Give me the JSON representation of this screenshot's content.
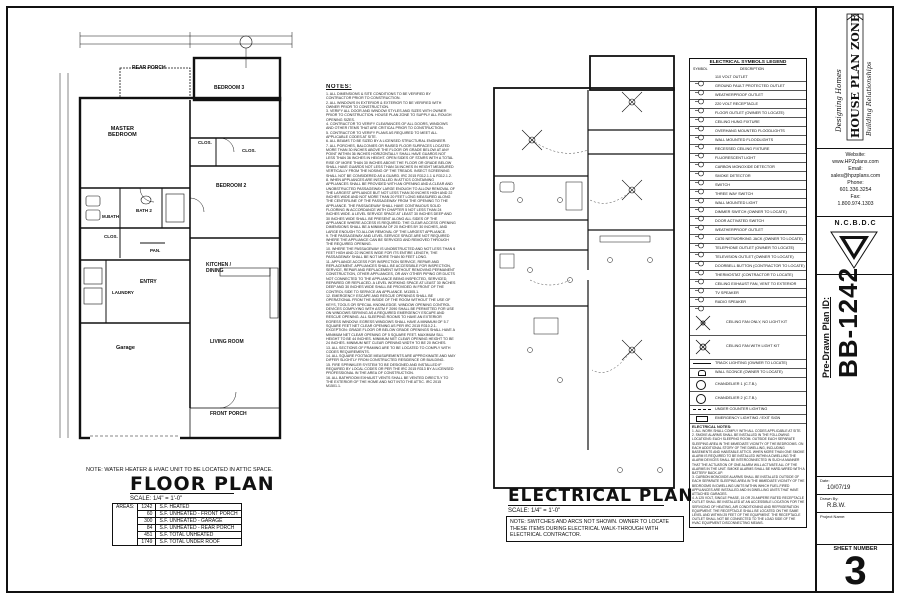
{
  "floor_plan": {
    "rooms": {
      "rear_porch": "REAR PORCH",
      "master_bedroom": "MASTER\nBEDROOM",
      "bedroom3": "BEDROOM 3",
      "clos_a": "CLOS.",
      "clos_b": "CLOS.",
      "bath2": "BATH 2",
      "mbath": "M.BATH",
      "bedroom2": "BEDROOM 2",
      "clos_c": "CLOS.",
      "pan": "PAN.",
      "laundry": "LAUNDRY",
      "entry": "ENTRY",
      "kitchen": "KITCHEN /\nDINING",
      "garage": "Garage",
      "living": "LIVING ROOM",
      "front_porch": "FRONT PORCH"
    },
    "note": "NOTE: WATER HEATER & HVAC UNIT TO BE LOCATED IN ATTIC SPACE.",
    "title": "FLOOR PLAN",
    "scale": "SCALE: 1/4\" = 1'-0\"",
    "areas_header": "AREAS:",
    "areas": [
      {
        "value": "1242",
        "label": "S.F. HEATED"
      },
      {
        "value": "60",
        "label": "S.F. UNHEATED - FRONT PORCH"
      },
      {
        "value": "300",
        "label": "S.F. UNHEATED - GARAGE"
      },
      {
        "value": "84",
        "label": "S.F. UNHEATED - REAR PORCH"
      },
      {
        "value": "451",
        "label": "S.F. TOTAL UNHEATED"
      },
      {
        "value": "1749",
        "label": "S.F. TOTAL UNDER ROOF"
      }
    ]
  },
  "notes": {
    "title": "NOTES:",
    "body": "1. ALL DIMENSIONS & SITE CONDITIONS TO BE VERIFIED BY CONTRACTOR PRIOR TO CONSTRUCTION.\n2. ALL WINDOWS IN EXTERIOR & EXTERIOR TO BE VERIFIED WITH OWNER PRIOR TO CONSTRUCTION.\n3. VERIFY ALL DOOR AND WINDOW STYLES AND SIZES WITH OWNER PRIOR TO CONSTRUCTION. HOUSE PLAN ZONE TO SUPPLY ALL ROUGH OPENING SIZES.\n4. CONTRACTOR TO VERIFY CLEARANCES OF ALL DOORS, WINDOWS AND OTHER ITEMS THAT ARE CRITICAL PRIOR TO CONSTRUCTION.\n5. CONTRACTOR TO VERIFY PLANS AS REQUIRED TO MEET ALL APPLICABLE CODES AT SITE.\n6. ALL BEAMS TO BE SIZED BY A LICENSED STRUCTURAL ENGINEER.\n7. ALL PORCHES, BALCONIES OR RAISED FLOOR SURFACES LOCATED MORE THAN 30 INCHES ABOVE THE FLOOR OR GRADE BELOW AT ANY POINT WITHIN 36 INCHES HORIZONTALLY SHALL HAVE GUARDS NOT LESS THAN 36 INCHES IN HEIGHT. OPEN SIDES OF STAIRS WITH A TOTAL RISE OF MORE THAN 30 INCHES ABOVE THE FLOOR OR GRADE BELOW SHALL HAVE GUARDS NOT LESS THAN 34 INCHES IN HEIGHT MEASURED VERTICALLY FROM THE NOSING OF THE TREADS. INSECT SCREENING SHALL NOT BE CONSIDERED AS A GUARD. IRC 2015 R312.1.1 & R312.1.2.\n8. WHEN APPLIANCES ARE INSTALLED IN ATTICS CONTAINING APPLIANCES SHALL BE PROVIDED WITH AN OPENING AND A CLEAR AND UNOBSTRUCTED PASSAGEWAY LARGE ENOUGH TO ALLOW REMOVAL OF THE LARGEST APPLIANCE BUT NOT LESS THAN 30 INCHES HIGH AND 22 INCHES WIDE AND NOT MORE THAN 20 FEET LONG MEASURED ALONG THE CENTERLINE OF THE PASSAGEWAY FROM THE OPENING TO THE APPLIANCE. THE PASSAGEWAY SHALL HAVE CONTINUOUS SOLID FLOORING IN ACCORDANCE WITH CHAPTER 5 NOT LESS THAN 24 INCHES WIDE. A LEVEL SERVICE SPACE AT LEAST 30 INCHES DEEP AND 30 INCHES WIDE SHALL BE PRESENT ALONG ALL SIDES OF THE APPLIANCE WHERE ACCESS IS REQUIRED. THE CLEAR ACCESS OPENING DIMENSIONS SHALL BE A MINIMUM OF 20 INCHES BY 30 INCHES, AND LARGE ENOUGH TO ALLOW REMOVAL OF THE LARGEST APPLIANCE.\n9. THE PASSAGEWAY AND LEVEL SERVICE SPACE ARE NOT REQUIRED WHERE THE APPLIANCE CAN BE SERVICED AND REMOVED THROUGH THE REQUIRED OPENING.\n10. WHERE THE PASSAGEWAY IS UNOBSTRUCTED AND NOT LESS THAN 6 FEET HIGH AND 22 INCHES WIDE FOR ITS ENTIRE LENGTH, THE PASSAGEWAY SHALL BE NOT MORE THAN 50 FEET LONG.\n11. APPLIANCE ACCESS FOR INSPECTION SERVICE, REPAIR AND REPLACEMENT. APPLIANCES SHALL BE ACCESSIBLE FOR INSPECTION, SERVICE, REPAIR AND REPLACEMENT WITHOUT REMOVING PERMANENT CONSTRUCTION, OTHER APPLIANCES, OR ANY OTHER PIPING OR DUCTS NOT CONNECTED TO THE APPLIANCE BEING INSPECTED, SERVICED, REPAIRED OR REPLACED. A LEVEL WORKING SPACE AT LEAST 30 INCHES DEEP AND 30 INCHES WIDE SHALL BE PROVIDED IN FRONT OF THE CONTROL SIDE TO SERVICE AN APPLIANCE. M1305.1.\n12. EMERGENCY ESCAPE AND RESCUE OPENINGS SHALL BE OPERATIONAL FROM THE INSIDE OF THE ROOM WITHOUT THE USE OF KEYS, TOOLS OR SPECIAL KNOWLEDGE. WINDOW OPENING CONTROL DEVICES COMPLYING WITH ASTM F 2090 SHALL BE PERMITTED FOR USE ON WINDOWS SERVING AS A REQUIRED EMERGENCY ESCAPE AND RESCUE OPENING. ALL SLEEPING ROOMS TO HAVE AN EXTERIOR EGRESS WINDOW. EGRESS WINDOWS SHALL HAVE A MINIMUM OF 5.7 SQUARE FEET NET CLEAR OPENING AS PER IRC 2015 R310.2.1. EXCEPTION: GRADE FLOOR OR BELOW GRADE OPENINGS SHALL HAVE A MINIMUM NET CLEAR OPENING OF 5 SQUARE FEET. MAXIMUM SILL HEIGHT TO BE 44 INCHES. MINIMUM NET CLEAR OPENING HEIGHT TO BE 24 INCHES. MINIMUM NET CLEAR OPENING WIDTH TO BE 20 INCHES.\n13. ALL SECTIONS OF FRAMING ARE TO BE LOCATED TO COMPLY WITH CODES REQUIREMENTS.\n14. ALL SQUARE FOOTAGE MEASUREMENTS ARE APPROXIMATE AND MAY DIFFER SLIGHTLY FROM CONSTRUCTED RESIDENCE OR BUILDING.\n15. FIRE SPRINKLER SYSTEM TO BE DESIGNED AND INSTALLED IF REQUIRED BY LOCAL CODES OR PER THE IRC 2015 R313 BY A LICENSED PROFESSIONAL IN THE AREA OF CONSTRUCTION.\n16. ALL BATHROOM EXHAUST VENTS SHALL BE VENTED DIRECTLY TO THE EXTERIOR OF THE HOME AND NOT INTO THE ATTIC. IRC 2015 M1501.1."
  },
  "electrical": {
    "title": "ELECTRICAL PLAN",
    "scale": "SCALE: 1/4\" = 1'-0\"",
    "note": "NOTE: SWITCHES AND ARCS NOT SHOWN. OWNER TO LOCATE THESE ITEMS DURING ELECTRICAL WALK-THROUGH WITH ELECTRICAL CONTRACTOR."
  },
  "legend": {
    "title": "ELECTRICAL SYMBOLS LEGEND",
    "col_symbol": "SYMBOL",
    "col_desc": "DESCRIPTION",
    "items": [
      "110 VOLT OUTLET",
      "GROUND FAULT PROTECTED OUTLET",
      "WEATHERPROOF OUTLET",
      "220 VOLT RECEPTACLE",
      "FLOOR OUTLET (OWNER TO LOCATE)",
      "CEILING HUNG FIXTURE",
      "OVERHANG MOUNTED FLOODLIGHTS",
      "WALL MOUNTED FLOODLIGHTS",
      "RECESSED CEILING FIXTURE",
      "FLUORESCENT LIGHT",
      "CARBON MONOXIDE DETECTOR",
      "SMOKE DETECTOR",
      "SWITCH",
      "THREE WAY SWITCH",
      "WALL MOUNTED LIGHT",
      "DIMMER SWITCH (OWNER TO LOCATE)",
      "DOOR ACTIVATED SWITCH",
      "WEATHERPROOF OUTLET",
      "CAT6 NETWORKING JACK (OWNER TO LOCATE)",
      "TELEPHONE OUTLET (OWNER TO LOCATE)",
      "TELEVISION OUTLET (OWNER TO LOCATE)",
      "DOORBELL BUTTON (CONTRACTOR TO LOCATE)",
      "THERMOSTAT (CONTRACTOR TO LOCATE)",
      "CEILING EXHAUST FAN, VENT TO EXTERIOR",
      "TV SPEAKER",
      "RADIO SPEAKER"
    ],
    "fan_nolight": "CEILING FAN ONLY, NO LIGHT KIT",
    "fan_light": "CEILING FAN WITH LIGHT KIT",
    "track": "TRACK LIGHTING (OWNER TO LOCATE)",
    "sconce": "WALL SCONCE (OWNER TO LOCATE)",
    "chandelier1": "CHANDELIER 1 (C.T.B.)",
    "chandelier2": "CHANDELIER 2 (C.T.B.)",
    "under_counter": "UNDER COUNTER LIGHTING",
    "emergency": "EMERGENCY LIGHTING / EXIT SIGN",
    "notes_title": "ELECTRICAL NOTES:",
    "notes_body": "1. ALL WORK SHALL COMPLY WITH ALL CODES APPLICABLE AT SITE.\n2. SMOKE ALARMS SHALL BE INSTALLED IN THE FOLLOWING LOCATIONS: EACH SLEEPING ROOM. OUTSIDE EACH SEPARATE SLEEPING AREA IN THE IMMEDIATE VICINITY OF THE BEDROOMS. ON EACH ADDITIONAL STORY OF THE DWELLING, INCLUDING BASEMENTS AND HABITABLE ATTICS. WHEN MORE THAN ONE SMOKE ALARM IS REQUIRED TO BE INSTALLED WITHIN A DWELLING THE ALARM DEVICES SHALL BE INTERCONNECTED IN SUCH A MANNER THAT THE ACTUATION OF ONE ALARM WILL ACTIVATE ALL OF THE ALARMS IN THE UNIT. SMOKE ALARMS SHALL BE HARD-WIRED WITH A BATTERY BACK-UP.\n3. CARBON MONOXIDE ALARMS SHALL BE INSTALLED OUTSIDE OF EACH SEPARATE SLEEPING AREA IN THE IMMEDIATE VICINITY OF THE BEDROOMS IN DWELLING UNITS WITHIN WHICH FUEL-FIRED APPLIANCES ARE INSTALLED AND IN DWELLING UNITS THAT HAVE ATTACHED GARAGES.\n4. A 125 VOLT, SINGLE PHASE, 15 OR 20 AMPERE RATED RECEPTACLE OUTLET SHALL BE INSTALLED AT AN ACCESSIBLE LOCATION FOR THE SERVICING OF HEATING, AIR CONDITIONING AND REFRIGERATION EQUIPMENT. THE RECEPTACLE SHALL BE LOCATED ON THE SAME LEVEL AND WITHIN 25 FEET OF THE EQUIPMENT. THE RECEPTACLE OUTLET SHALL NOT BE CONNECTED TO THE LOAD SIDE OF THE HVAC EQUIPMENT DISCONNECTING MEANS."
  },
  "title_block": {
    "logo_line1": "Designing Homes",
    "logo_line2": "HOUSE PLAN ZONE",
    "logo_line3": "Building Relationships",
    "website_label": "Website:",
    "website": "www.HPZplans.com",
    "email_label": "Email:",
    "email": "sales@hpzplans.com",
    "phone_label": "Phone:",
    "phone": "601.336.3254",
    "fax_label": "Fax:",
    "fax": "1.800.974.1303",
    "ncbdc": "N.C.B.D.C",
    "pre_drawn": "Pre-Drawn Plan ID:",
    "plan_id": "BB-1242",
    "date_label": "Date:",
    "date": "10/07/19",
    "drawn_label": "Drawn By:",
    "drawn_by": "R.B.W.",
    "project_label": "Project Name:",
    "sheet_label": "SHEET NUMBER",
    "sheet": "3"
  }
}
